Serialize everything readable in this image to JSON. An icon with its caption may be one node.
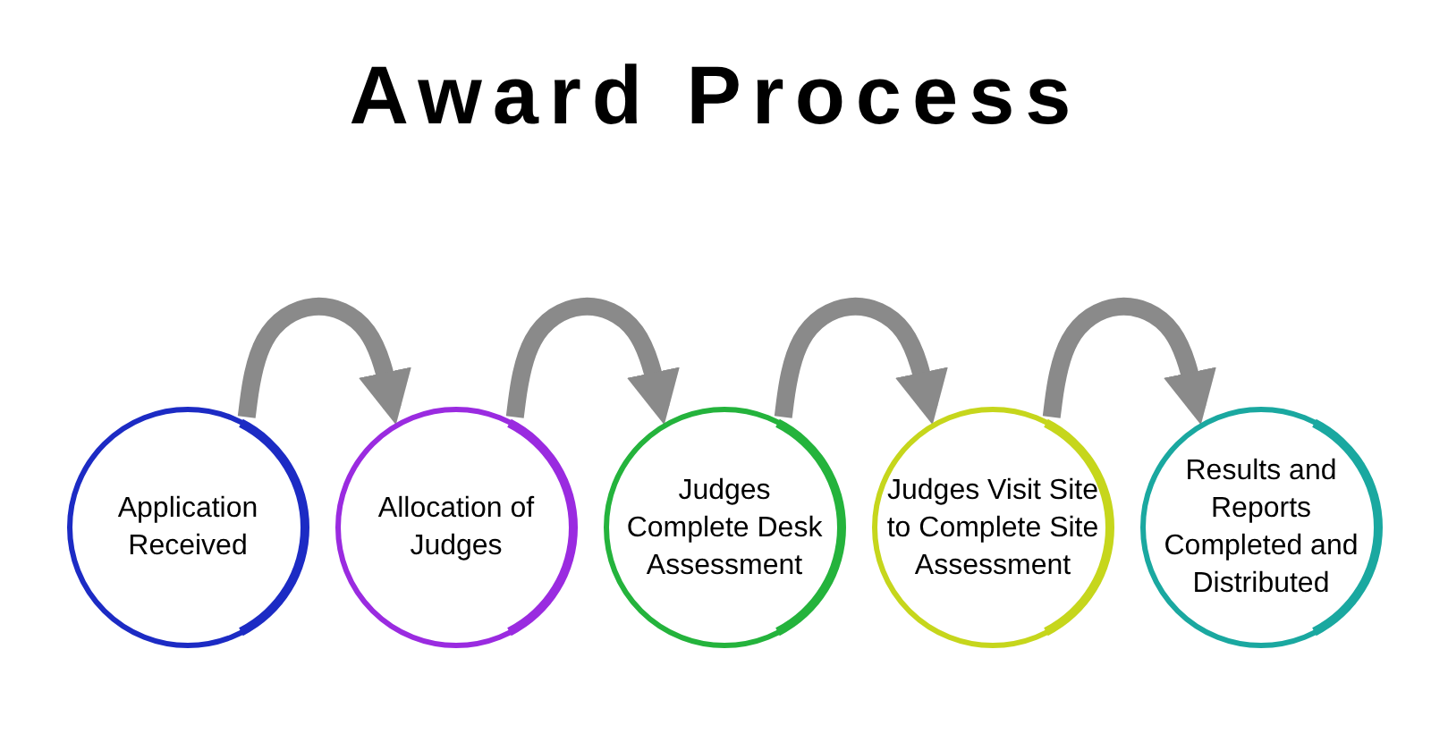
{
  "diagram": {
    "title": "Award Process",
    "nodes": [
      {
        "text": [
          "Application Received"
        ]
      },
      {
        "text": [
          "Allocation of Judges"
        ]
      },
      {
        "text": [
          "Judges Complete Desk Assessment"
        ]
      },
      {
        "text": [
          "Judges Visit Site to Complete Site Assessment"
        ]
      },
      {
        "text": [
          "Results and Reports Completed and Distributed"
        ]
      }
    ],
    "edges": [
      {
        "from": 0,
        "to": 1,
        "arrow": "to"
      },
      {
        "from": 1,
        "to": 2,
        "arrow": "to"
      },
      {
        "from": 2,
        "to": 3,
        "arrow": "to"
      },
      {
        "from": 3,
        "to": 4,
        "arrow": "to"
      }
    ]
  }
}
